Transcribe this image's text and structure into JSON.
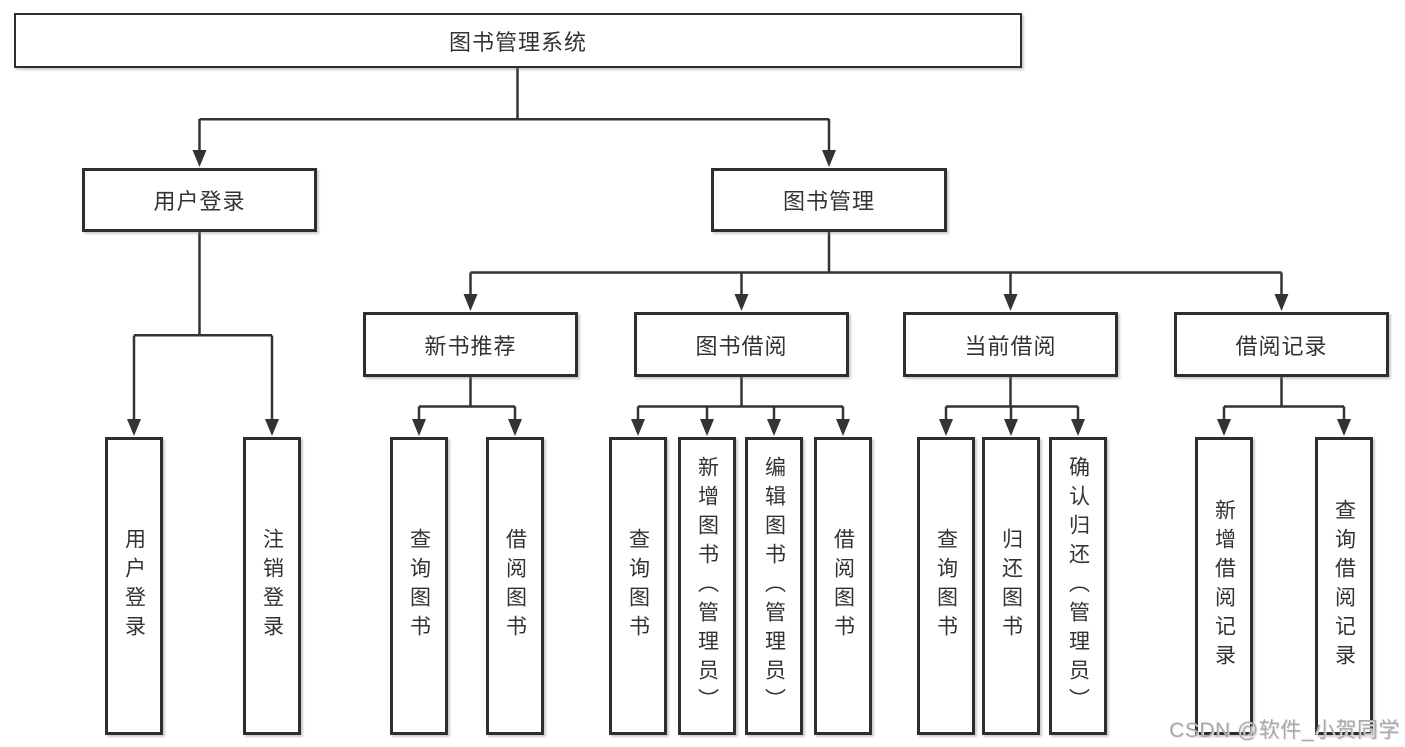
{
  "diagram": {
    "root": "图书管理系统",
    "login": {
      "label": "用户登录",
      "children": [
        "用户登录",
        "注销登录"
      ]
    },
    "management": {
      "label": "图书管理",
      "sections": [
        {
          "label": "新书推荐",
          "children": [
            "查询图书",
            "借阅图书"
          ]
        },
        {
          "label": "图书借阅",
          "children": [
            "查询图书",
            "新增图书（管理员）",
            "编辑图书（管理员）",
            "借阅图书"
          ]
        },
        {
          "label": "当前借阅",
          "children": [
            "查询图书",
            "归还图书",
            "确认归还（管理员）"
          ]
        },
        {
          "label": "借阅记录",
          "children": [
            "新增借阅记录",
            "查询借阅记录"
          ]
        }
      ]
    }
  },
  "watermark": "CSDN @软件_小贺同学",
  "colors": {
    "background": "#ffffff",
    "line": "#333333",
    "box_border": "#2e2e2e",
    "text": "#333333",
    "watermark": "#a9a9a9"
  }
}
